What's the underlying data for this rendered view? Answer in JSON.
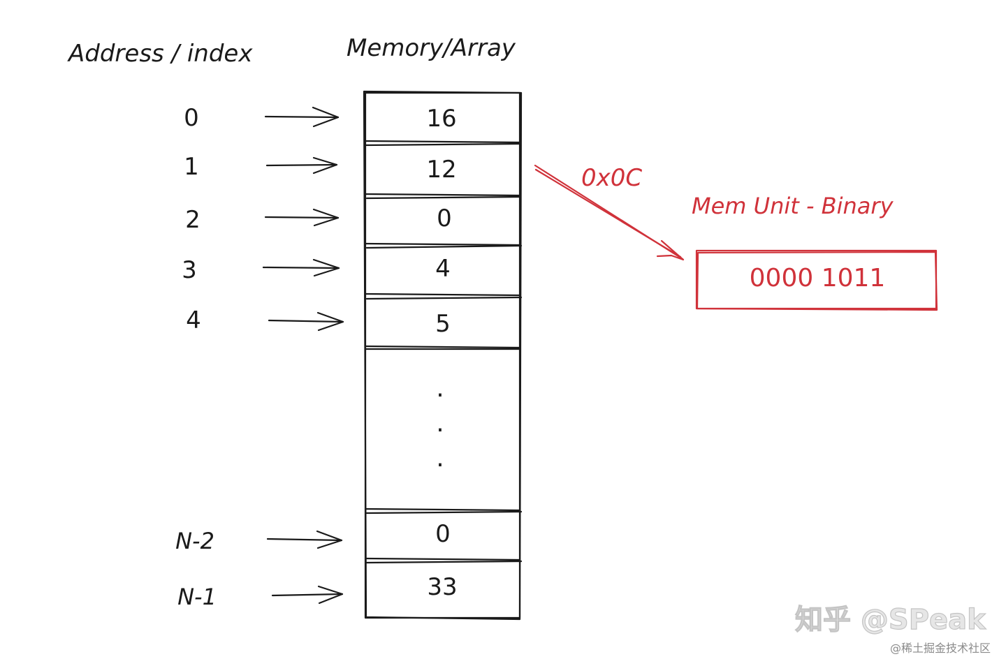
{
  "headers": {
    "address": "Address / index",
    "memory": "Memory/Array"
  },
  "addresses": [
    "0",
    "1",
    "2",
    "3",
    "4",
    "N-2",
    "N-1"
  ],
  "cells": [
    "16",
    "12",
    "0",
    "4",
    "5",
    "0",
    "33"
  ],
  "ellipsis": "·",
  "callout": {
    "hex": "0x0C",
    "title": "Mem Unit - Binary",
    "binary": "0000 1011"
  },
  "watermark": {
    "main": "知乎 @SPeak",
    "sub": "@稀土掘金技术社区"
  },
  "colors": {
    "ink": "#1a1a1a",
    "accent": "#d0323a"
  }
}
